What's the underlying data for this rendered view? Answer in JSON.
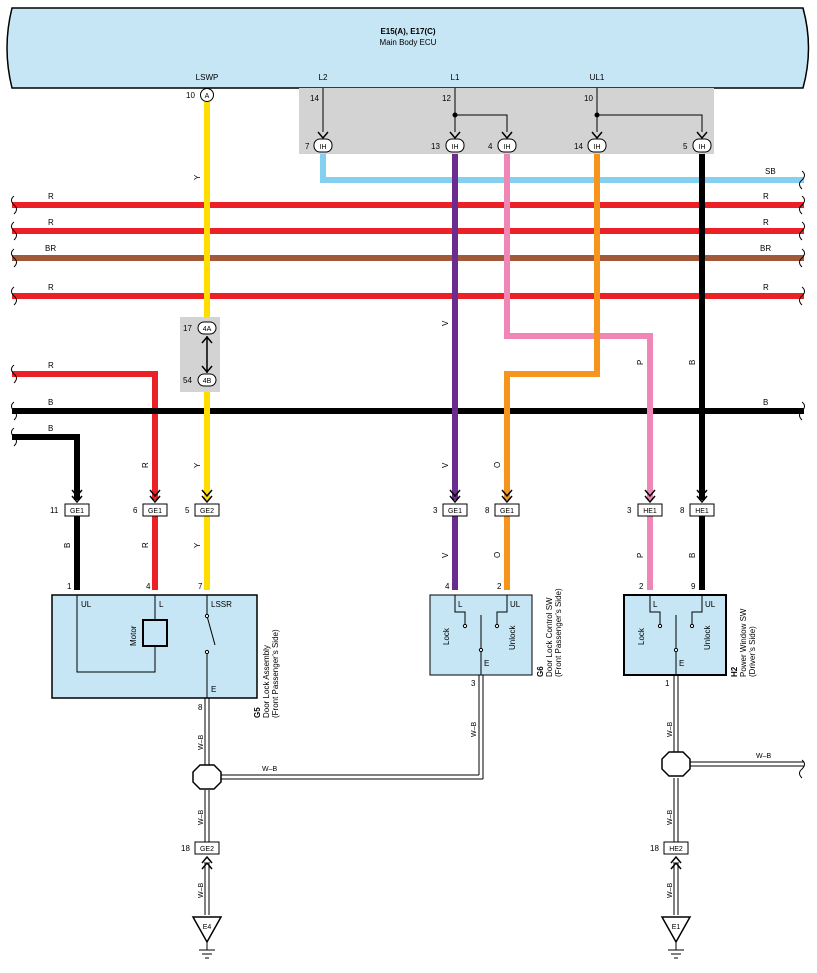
{
  "colors": {
    "ecu_fill": "#c6e6f6",
    "component_fill": "#c6e6f6",
    "junction_fill": "#d3d3d3",
    "red": "#ec2027",
    "brown": "#a2593a",
    "yellow": "#ffdd00",
    "sky_blue": "#84d0f0",
    "violet": "#6a2c8e",
    "pink": "#ef86b5",
    "orange": "#f7941d",
    "black": "#000000"
  },
  "ecu": {
    "title": "E15(A), E17(C)",
    "subtitle": "Main Body ECU",
    "terminals": [
      {
        "name": "LSWP",
        "pin": "10",
        "conn": "A"
      },
      {
        "name": "L2",
        "pin": "14"
      },
      {
        "name": "L1",
        "pin": "12"
      },
      {
        "name": "UL1",
        "pin": "10"
      }
    ]
  },
  "ih_connectors": [
    {
      "pin": "7",
      "label": "IH"
    },
    {
      "pin": "13",
      "label": "IH"
    },
    {
      "pin": "4",
      "label": "IH"
    },
    {
      "pin": "14",
      "label": "IH"
    },
    {
      "pin": "5",
      "label": "IH"
    }
  ],
  "bus_wires": [
    {
      "left": "",
      "right": "SB"
    },
    {
      "left": "R",
      "right": "R"
    },
    {
      "left": "R",
      "right": "R"
    },
    {
      "left": "BR",
      "right": "BR"
    },
    {
      "left": "R",
      "right": "R"
    },
    {
      "left": "R",
      "right": ""
    },
    {
      "left": "B",
      "right": "B"
    },
    {
      "left": "B",
      "right": ""
    }
  ],
  "junction_4ab": [
    {
      "pin": "17",
      "label": "4A"
    },
    {
      "pin": "54",
      "label": "4B"
    }
  ],
  "wire_labels": {
    "y": "Y",
    "v": "V",
    "p": "P",
    "b": "B",
    "r": "R",
    "o": "O",
    "wb": "W–B"
  },
  "connectors": [
    {
      "pin": "11",
      "label": "GE1"
    },
    {
      "pin": "6",
      "label": "GE1"
    },
    {
      "pin": "5",
      "label": "GE2"
    },
    {
      "pin": "3",
      "label": "GE1"
    },
    {
      "pin": "8",
      "label": "GE1"
    },
    {
      "pin": "3",
      "label": "HE1"
    },
    {
      "pin": "8",
      "label": "HE1"
    },
    {
      "pin": "18",
      "label": "GE2"
    },
    {
      "pin": "18",
      "label": "HE2"
    }
  ],
  "components": {
    "g5": {
      "id": "G5",
      "name": "Door Lock Assembly",
      "sub": "(Front Passenger’s Side)",
      "pins": {
        "ul": "1",
        "l": "4",
        "lssr": "7",
        "e": "8"
      },
      "labels": {
        "ul": "UL",
        "l": "L",
        "lssr": "LSSR",
        "motor": "Motor",
        "e": "E"
      }
    },
    "g6": {
      "id": "G6",
      "name": "Door Lock Control SW",
      "sub": "(Front Passenger’s Side)",
      "pins": {
        "l": "4",
        "ul": "2",
        "e": "3"
      },
      "labels": {
        "l": "L",
        "ul": "UL",
        "lock": "Lock",
        "unlock": "Unlock",
        "e": "E"
      }
    },
    "h2": {
      "id": "H2",
      "name": "Power Window SW",
      "sub": "(Driver’s Side)",
      "pins": {
        "l": "2",
        "ul": "9",
        "e": "1"
      },
      "labels": {
        "l": "L",
        "ul": "UL",
        "lock": "Lock",
        "unlock": "Unlock",
        "e": "E"
      }
    }
  },
  "grounds": [
    {
      "label": "E4"
    },
    {
      "label": "E1"
    }
  ]
}
